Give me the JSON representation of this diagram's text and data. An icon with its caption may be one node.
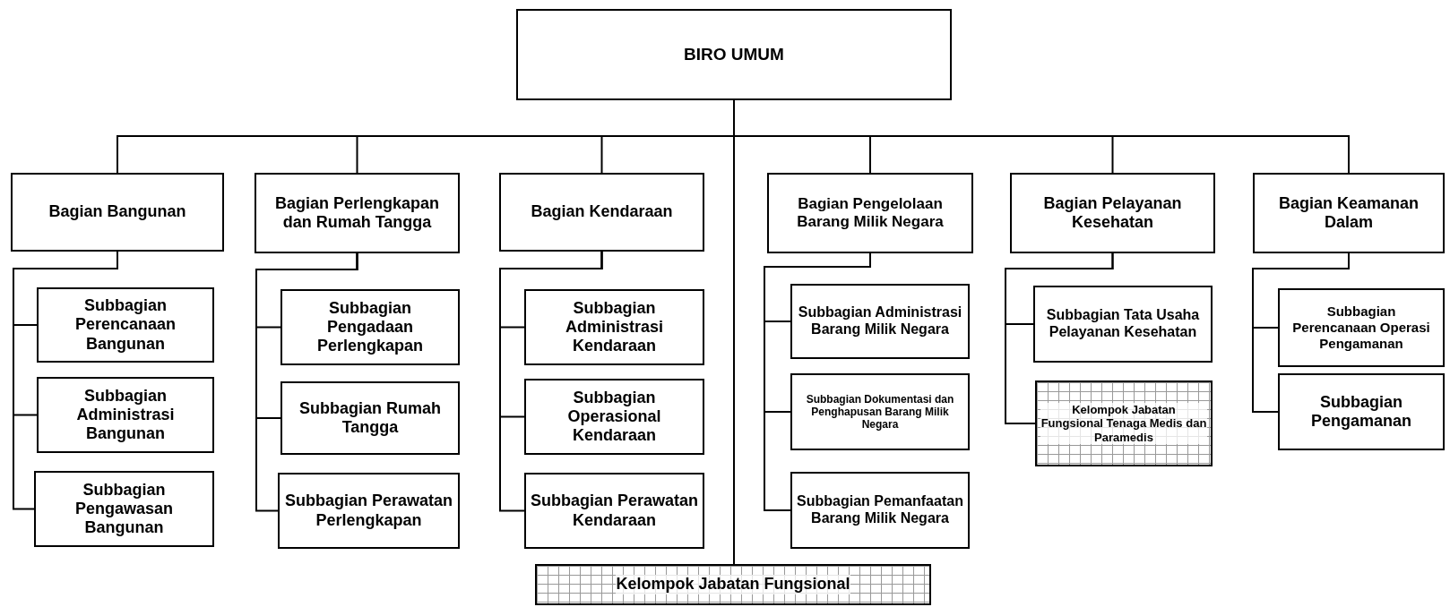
{
  "diagram": {
    "nodes": [
      {
        "text": [
          "BIRO UMUM"
        ]
      },
      {
        "text": [
          "Bagian Bangunan"
        ]
      },
      {
        "text": [
          "Bagian Perlengkapan dan Rumah Tangga"
        ]
      },
      {
        "text": [
          "Bagian Kendaraan"
        ]
      },
      {
        "text": [
          "Bagian Pengelolaan Barang Milik Negara"
        ]
      },
      {
        "text": [
          "Bagian Pelayanan Kesehatan"
        ]
      },
      {
        "text": [
          "Bagian Keamanan Dalam"
        ]
      },
      {
        "text": [
          "Subbagian Perencanaan Bangunan"
        ]
      },
      {
        "text": [
          "Subbagian Administrasi Bangunan"
        ]
      },
      {
        "text": [
          "Subbagian Pengawasan Bangunan"
        ]
      },
      {
        "text": [
          "Subbagian Pengadaan Perlengkapan"
        ]
      },
      {
        "text": [
          "Subbagian Rumah Tangga"
        ]
      },
      {
        "text": [
          "Subbagian Perawatan Perlengkapan"
        ]
      },
      {
        "text": [
          "Subbagian Administrasi Kendaraan"
        ]
      },
      {
        "text": [
          "Subbagian Operasional Kendaraan"
        ]
      },
      {
        "text": [
          "Subbagian Perawatan Kendaraan"
        ]
      },
      {
        "text": [
          "Subbagian Administrasi Barang Milik Negara"
        ]
      },
      {
        "text": [
          "Subbagian Dokumentasi dan Penghapusan Barang Milik Negara"
        ]
      },
      {
        "text": [
          "Subbagian Pemanfaatan Barang Milik Negara"
        ]
      },
      {
        "text": [
          "Subbagian Tata Usaha Pelayanan Kesehatan"
        ]
      },
      {
        "text": [
          "Kelompok Jabatan Fungsional Tenaga Medis dan Paramedis"
        ]
      },
      {
        "text": [
          "Subbagian Perencanaan Operasi Pengamanan"
        ]
      },
      {
        "text": [
          "Subbagian Pengamanan"
        ]
      },
      {
        "text": [
          "Kelompok Jabatan Fungsional"
        ]
      }
    ],
    "edges": [
      {
        "from": 0,
        "to": 1,
        "arrow": "none"
      },
      {
        "from": 0,
        "to": 2,
        "arrow": "none"
      },
      {
        "from": 0,
        "to": 3,
        "arrow": "none"
      },
      {
        "from": 0,
        "to": 4,
        "arrow": "none"
      },
      {
        "from": 0,
        "to": 5,
        "arrow": "none"
      },
      {
        "from": 0,
        "to": 6,
        "arrow": "none"
      },
      {
        "from": 0,
        "to": 23,
        "arrow": "none"
      },
      {
        "from": 1,
        "to": 7,
        "arrow": "none"
      },
      {
        "from": 1,
        "to": 8,
        "arrow": "none"
      },
      {
        "from": 1,
        "to": 9,
        "arrow": "none"
      },
      {
        "from": 2,
        "to": 10,
        "arrow": "none"
      },
      {
        "from": 2,
        "to": 11,
        "arrow": "none"
      },
      {
        "from": 2,
        "to": 12,
        "arrow": "none"
      },
      {
        "from": 3,
        "to": 13,
        "arrow": "none"
      },
      {
        "from": 3,
        "to": 14,
        "arrow": "none"
      },
      {
        "from": 3,
        "to": 15,
        "arrow": "none"
      },
      {
        "from": 4,
        "to": 16,
        "arrow": "none"
      },
      {
        "from": 4,
        "to": 17,
        "arrow": "none"
      },
      {
        "from": 4,
        "to": 18,
        "arrow": "none"
      },
      {
        "from": 5,
        "to": 19,
        "arrow": "none"
      },
      {
        "from": 5,
        "to": 20,
        "arrow": "none"
      },
      {
        "from": 6,
        "to": 21,
        "arrow": "none"
      },
      {
        "from": 6,
        "to": 22,
        "arrow": "none"
      }
    ]
  }
}
